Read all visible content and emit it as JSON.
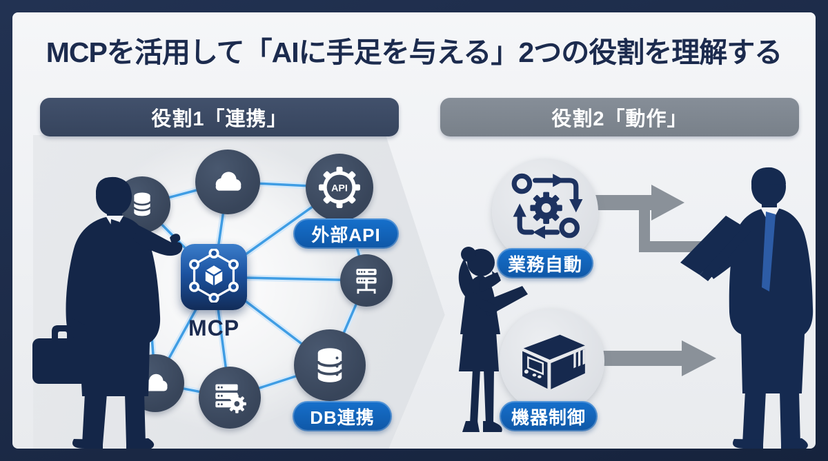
{
  "title": "MCPを活用して「AIに手足を与える」2つの役割を理解する",
  "left_section": {
    "header": "役割1「連携」",
    "hub": {
      "label": "MCP",
      "icon": "mcp-hexagon-network-icon"
    },
    "nodes": [
      {
        "icon": "database-icon"
      },
      {
        "icon": "cloud-icon"
      },
      {
        "icon": "api-gear-icon",
        "icon_text": "API"
      },
      {
        "icon": "server-network-icon"
      },
      {
        "icon": "database-icon"
      },
      {
        "icon": "server-gear-icon"
      },
      {
        "icon": "cloud-icon"
      }
    ],
    "labels": {
      "external_api": "外部API",
      "db": "DB連携"
    }
  },
  "right_section": {
    "header": "役割2「動作」",
    "items": [
      {
        "icon": "process-automation-icon",
        "label": "業務自動"
      },
      {
        "icon": "device-control-icon",
        "label": "機器制御"
      }
    ]
  },
  "figures": {
    "left": "businessman-presenting-silhouette",
    "middle": "businesswoman-with-tablet-silhouette",
    "right": "businessman-with-laptop-silhouette"
  },
  "colors": {
    "frame_navy": "#1a2945",
    "panel_light": "#f2f3f5",
    "chevron_gray": "#e3e5e9",
    "header_left_bg": "#3b4a64",
    "header_right_bg": "#7e868f",
    "node_dark": "#3e4b61",
    "pill_blue": "#1262b8",
    "line_blue": "#3f9de4",
    "mcp_gradient_top": "#2f74c4",
    "mcp_gradient_bottom": "#132c58",
    "silhouette_navy": "#15264a",
    "arrow_gray": "#8a9199",
    "title_navy": "#1c2b4e"
  }
}
